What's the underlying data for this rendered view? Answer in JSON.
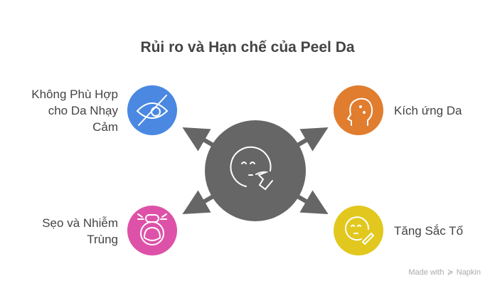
{
  "title": "Rủi ro và Hạn chế của Peel Da",
  "center": {
    "icon": "face-peel-icon",
    "color": "#666666"
  },
  "items": [
    {
      "label_lines": [
        "Không Phù Hợp",
        "cho Da Nhạy",
        "Cảm"
      ],
      "icon": "eye-off-icon",
      "color": "#4a88e2"
    },
    {
      "label_lines": [
        "Kích ứng Da"
      ],
      "icon": "face-irritation-icon",
      "color": "#e07d2e"
    },
    {
      "label_lines": [
        "Sẹo và Nhiễm",
        "Trùng"
      ],
      "icon": "face-scar-icon",
      "color": "#dd52a8"
    },
    {
      "label_lines": [
        "Tăng Sắc Tố"
      ],
      "icon": "face-pigment-icon",
      "color": "#e2c81e"
    }
  ],
  "credit": {
    "made_with": "Made with",
    "brand": "Napkin"
  }
}
